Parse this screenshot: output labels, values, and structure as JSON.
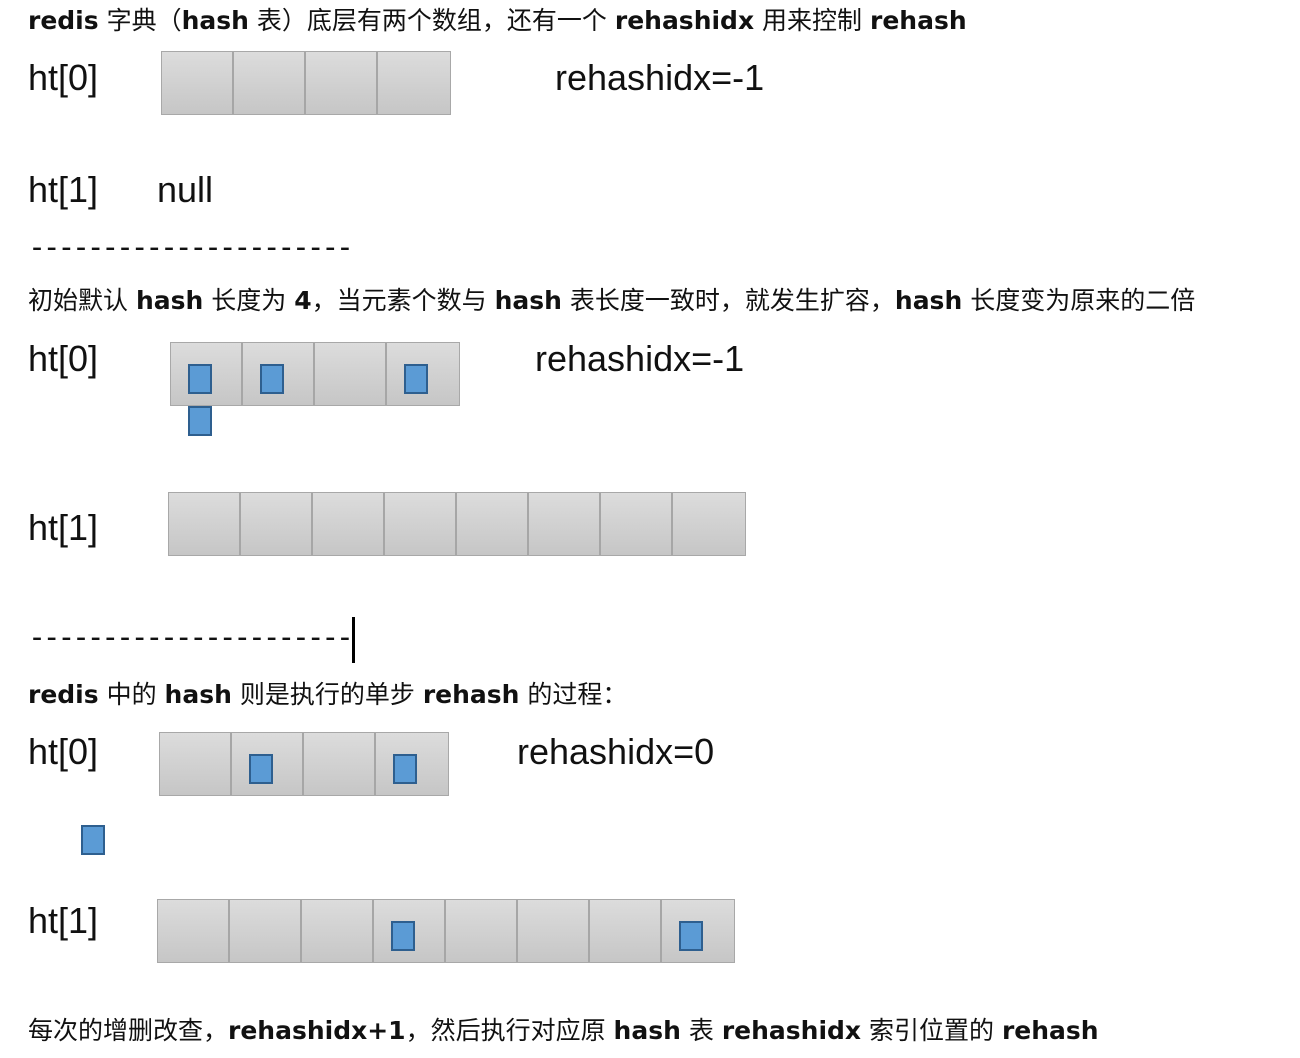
{
  "captions": {
    "intro": [
      "redis",
      " 字典（",
      "hash",
      " 表）底层有两个数组，还有一个 ",
      "rehashidx",
      " 用来控制 ",
      "rehash"
    ],
    "expand": [
      "初始默认 ",
      "hash",
      " 长度为 ",
      "4",
      "，当元素个数与 ",
      "hash",
      " 表长度一致时，就发生扩容，",
      "hash",
      " 长度变为原来的二倍"
    ],
    "step": [
      "redis",
      " 中的 ",
      "hash",
      " 则是执行的单步 ",
      "rehash",
      " 的过程："
    ],
    "each": [
      "每次的增删改查，",
      "rehashidx+1",
      "，然后执行对应原 ",
      "hash",
      " 表 ",
      "rehashidx",
      " 索引位置的 ",
      "rehash"
    ]
  },
  "separator": "----------------------",
  "sections": [
    {
      "ht0_label": "ht[0]",
      "ht0_size": 4,
      "rehashidx": "rehashidx=-1",
      "ht1_label": "ht[1]",
      "ht1_value": "null",
      "ht0_nodes": [],
      "ht1_nodes": []
    },
    {
      "ht0_label": "ht[0]",
      "ht0_size": 4,
      "rehashidx": "rehashidx=-1",
      "ht1_label": "ht[1]",
      "ht1_size": 8,
      "ht0_nodes": [
        {
          "bucket": 0,
          "depth": 0
        },
        {
          "bucket": 0,
          "depth": 1
        },
        {
          "bucket": 1,
          "depth": 0
        },
        {
          "bucket": 3,
          "depth": 0
        }
      ],
      "ht1_nodes": []
    },
    {
      "ht0_label": "ht[0]",
      "ht0_size": 4,
      "rehashidx": "rehashidx=0",
      "ht1_label": "ht[1]",
      "ht1_size": 8,
      "ht0_nodes": [
        {
          "bucket": 1,
          "depth": 0
        },
        {
          "bucket": 3,
          "depth": 0
        }
      ],
      "migrating_nodes": 1,
      "ht1_nodes": [
        {
          "bucket": 3,
          "depth": 0
        },
        {
          "bucket": 7,
          "depth": 0
        }
      ]
    }
  ]
}
